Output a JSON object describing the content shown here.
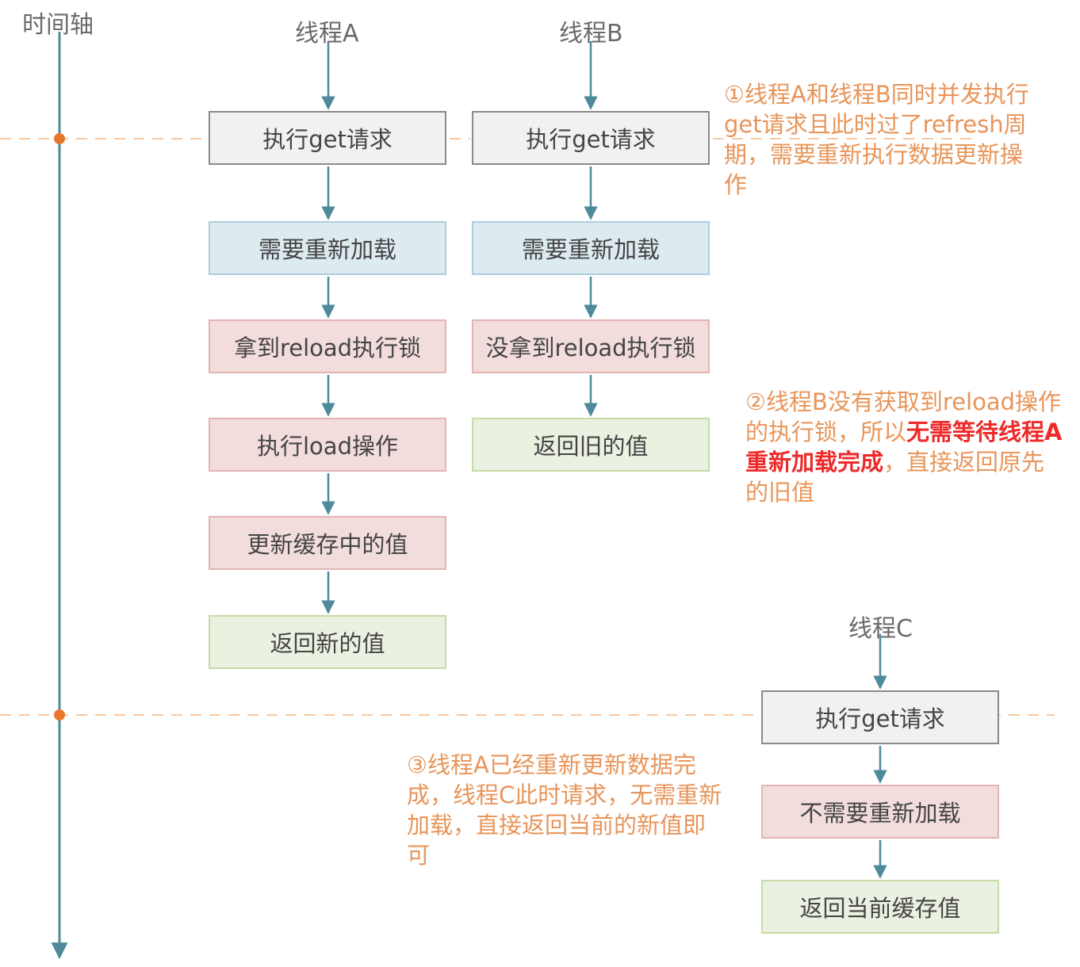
{
  "timeline_label": "时间轴",
  "thread_a": {
    "label": "线程A",
    "steps": [
      "执行get请求",
      "需要重新加载",
      "拿到reload执行锁",
      "执行load操作",
      "更新缓存中的值",
      "返回新的值"
    ]
  },
  "thread_b": {
    "label": "线程B",
    "steps": [
      "执行get请求",
      "需要重新加载",
      "没拿到reload执行锁",
      "返回旧的值"
    ]
  },
  "thread_c": {
    "label": "线程C",
    "steps": [
      "执行get请求",
      "不需要重新加载",
      "返回当前缓存值"
    ]
  },
  "notes": {
    "note1": "①线程A和线程B同时并发执行get请求且此时过了refresh周期，需要重新执行数据更新操作",
    "note2_part1": "②线程B没有获取到reload操作的执行锁，所以",
    "note2_emphasis": "无需等待线程A重新加载完成",
    "note2_part2": "，直接返回原先的旧值",
    "note3": "③线程A已经重新更新数据完成，线程C此时请求，无需重新加载，直接返回当前的新值即可"
  },
  "colors": {
    "timeline": "#4e8a9a",
    "marker": "#e8772e",
    "dashed_line": "#f6c9a3",
    "arrow": "#4e8a9a",
    "note_text": "#e8955a",
    "note_emphasis": "#ee2a2a"
  }
}
